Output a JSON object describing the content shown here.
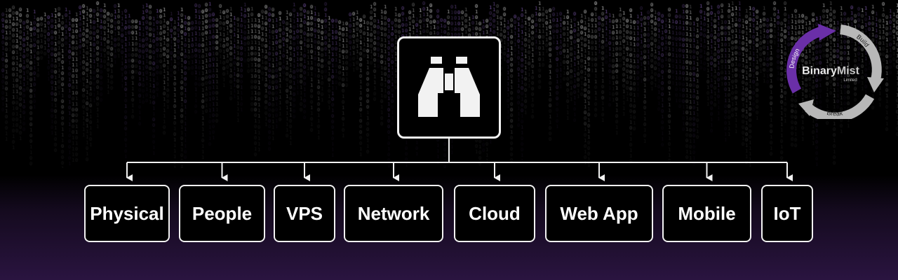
{
  "colors": {
    "background_top": "#000000",
    "background_bottom": "#2a1440",
    "rain_white": "#ffffff",
    "rain_purple": "#9b6fd6",
    "box_border": "#f2f2f2",
    "text": "#ffffff",
    "logo_purple": "#6a2fa8",
    "logo_gray": "#b8b8b8"
  },
  "diagram": {
    "root_icon": "binoculars-icon",
    "nodes": [
      {
        "label": "Physical"
      },
      {
        "label": "People"
      },
      {
        "label": "VPS"
      },
      {
        "label": "Network"
      },
      {
        "label": "Cloud"
      },
      {
        "label": "Web App"
      },
      {
        "label": "Mobile"
      },
      {
        "label": "IoT"
      }
    ]
  },
  "logo": {
    "name": "BinaryMist",
    "name_part1": "Binary",
    "name_part2": "Mist",
    "subtitle": "Limited",
    "cycle": [
      "Design",
      "Build",
      "Break"
    ]
  }
}
